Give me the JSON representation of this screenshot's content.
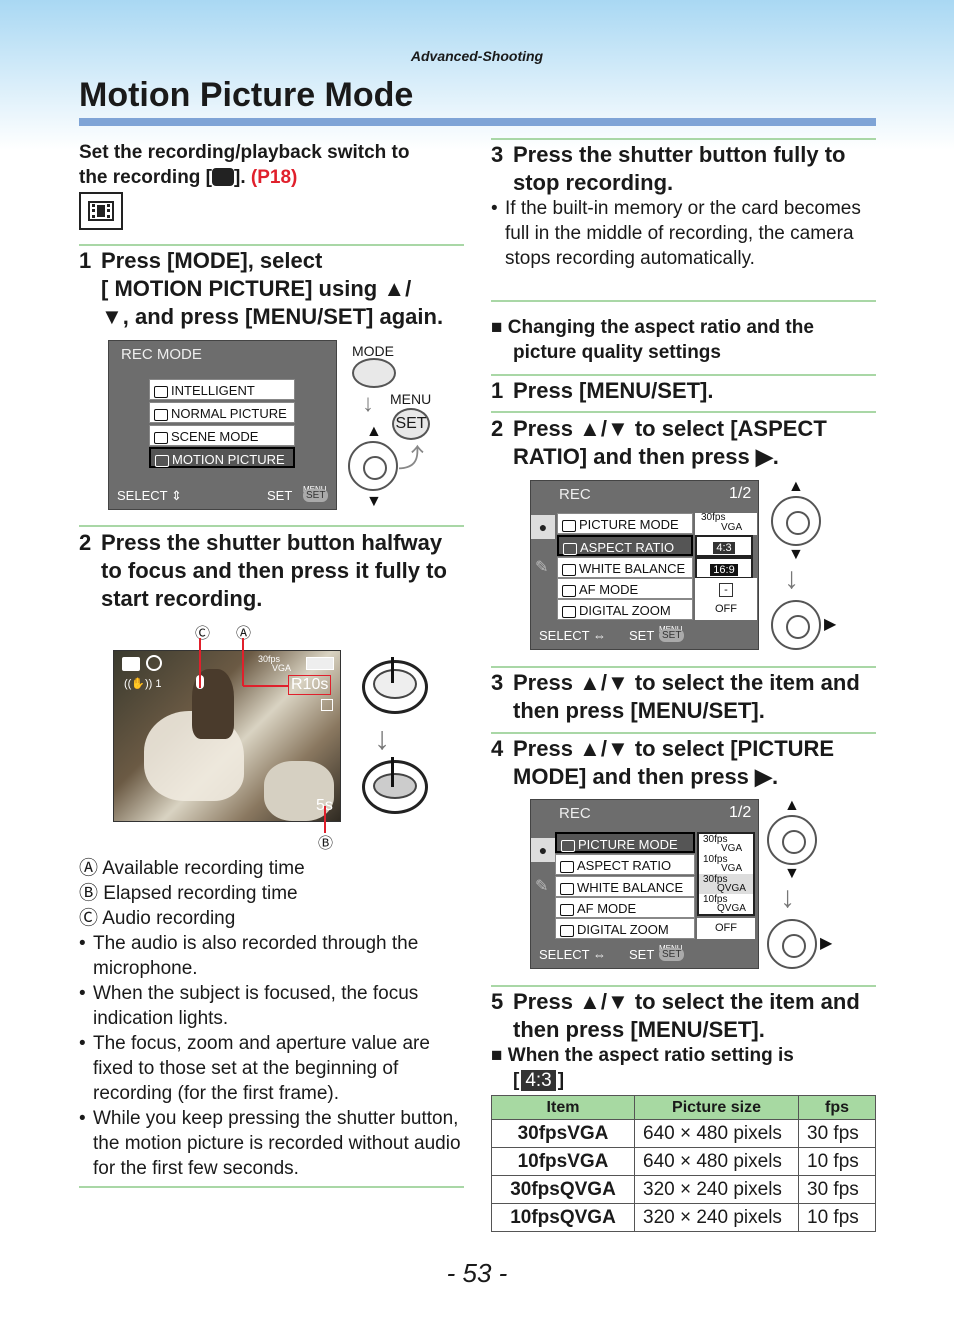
{
  "header": {
    "section": "Advanced-Shooting",
    "title": "Motion Picture Mode"
  },
  "intro": {
    "line1": "Set the recording/playback switch to",
    "line2a": "the recording [",
    "line2b": "]. ",
    "ref": "(P18)"
  },
  "left": {
    "step1": {
      "num": "1",
      "l1": "Press [MODE], select",
      "l2": "[ MOTION PICTURE] using ▲/",
      "l3": "▼, and press [MENU/SET] again."
    },
    "rec_mode": {
      "title": "REC MODE",
      "items": [
        "INTELLIGENT",
        "NORMAL PICTURE",
        "SCENE MODE",
        "MOTION PICTURE"
      ],
      "select": "SELECT",
      "set": "SET",
      "menu": "MENU",
      "setbtn": "SET"
    },
    "mode_label": "MODE",
    "menu_label": "MENU",
    "set_label": "SET",
    "step2": {
      "num": "2",
      "l1": "Press the shutter button halfway",
      "l2": "to focus and then press it fully to",
      "l3": "start recording."
    },
    "photo": {
      "fps": "30fps",
      "vga": "VGA",
      "remain": "R10s",
      "elapsed": "5s",
      "c": "Ⓒ",
      "a": "Ⓐ",
      "b": "Ⓑ",
      "stab": "1"
    },
    "legend": [
      "Ⓐ Available recording time",
      "Ⓑ Elapsed recording time",
      "Ⓒ Audio recording"
    ],
    "bullets": [
      "The audio is also recorded through the microphone.",
      "When the subject is focused, the focus indication lights.",
      "The focus, zoom and aperture value are fixed to those set at the beginning of recording (for the first frame).",
      "While you keep pressing the shutter button, the motion picture is recorded without audio for the first few seconds."
    ]
  },
  "right": {
    "step3": {
      "num": "3",
      "l1": "Press the shutter button fully to",
      "l2": "stop recording."
    },
    "step3_bullet": "If the built-in memory or the card becomes full in the middle of recording, the camera stops recording automatically.",
    "subhead": {
      "l1": "■ Changing the aspect ratio and the",
      "l2": "picture quality settings"
    },
    "s1": {
      "num": "1",
      "text": "Press [MENU/SET]."
    },
    "s2": {
      "num": "2",
      "l1": "Press ▲/▼ to select [ASPECT",
      "l2": "RATIO] and then press ▶."
    },
    "menu1": {
      "title": "REC",
      "page": "1/2",
      "items": [
        "PICTURE MODE",
        "ASPECT RATIO",
        "WHITE BALANCE",
        "AF MODE",
        "DIGITAL ZOOM"
      ],
      "vals": [
        "30fps",
        "VGA",
        "4:3",
        "16:9",
        "-",
        "OFF"
      ],
      "select": "SELECT",
      "set": "SET",
      "menu": "MENU",
      "setbtn": "SET"
    },
    "s3": {
      "num": "3",
      "l1": "Press ▲/▼ to select the item and",
      "l2": "then press [MENU/SET]."
    },
    "s4": {
      "num": "4",
      "l1": "Press ▲/▼ to select [PICTURE",
      "l2": "MODE] and then press ▶."
    },
    "menu2": {
      "title": "REC",
      "page": "1/2",
      "items": [
        "PICTURE MODE",
        "ASPECT RATIO",
        "WHITE BALANCE",
        "AF MODE",
        "DIGITAL ZOOM"
      ],
      "opts": [
        [
          "30fps",
          "VGA"
        ],
        [
          "10fps",
          "VGA"
        ],
        [
          "30fps",
          "QVGA"
        ],
        [
          "10fps",
          "QVGA"
        ]
      ],
      "off": "OFF",
      "select": "SELECT",
      "set": "SET",
      "menu": "MENU",
      "setbtn": "SET"
    },
    "s5": {
      "num": "5",
      "l1": "Press ▲/▼ to select the item and",
      "l2": "then press [MENU/SET]."
    },
    "aspect_note": {
      "l1": "■ When the aspect ratio setting is",
      "open": "[",
      "badge": "4:3",
      "close": "]"
    },
    "table": {
      "headers": [
        "Item",
        "Picture size",
        "fps"
      ],
      "rows": [
        [
          "30fpsVGA",
          "640 × 480 pixels",
          "30 fps"
        ],
        [
          "10fpsVGA",
          "640 × 480 pixels",
          "10 fps"
        ],
        [
          "30fpsQVGA",
          "320 × 240 pixels",
          "30 fps"
        ],
        [
          "10fpsQVGA",
          "320 × 240 pixels",
          "10 fps"
        ]
      ]
    }
  },
  "page_number": "- 53 -"
}
